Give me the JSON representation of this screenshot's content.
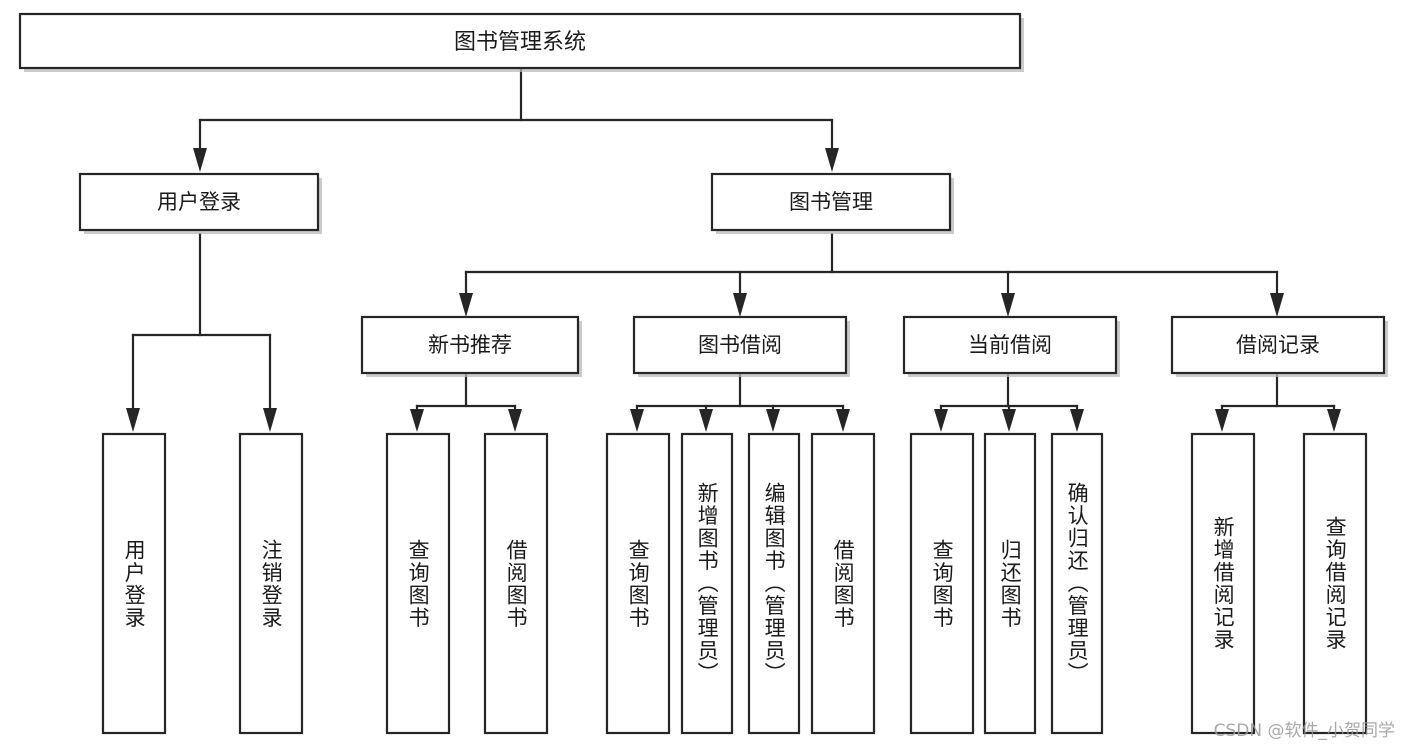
{
  "diagram": {
    "title": "图书管理系统",
    "type": "tree",
    "orientation": "top-down",
    "watermark": "CSDN @软件_小贺同学",
    "colors": {
      "box_fill": "#ffffff",
      "box_stroke": "#262626",
      "shadow": "#b9b9b9",
      "text": "#1a1a1a",
      "watermark": "#9a9a9a",
      "background": "#ffffff"
    },
    "root": {
      "label": "图书管理系统"
    },
    "level2": [
      {
        "label": "用户登录"
      },
      {
        "label": "图书管理"
      }
    ],
    "level3": [
      {
        "label": "新书推荐",
        "parent": "图书管理"
      },
      {
        "label": "图书借阅",
        "parent": "图书管理"
      },
      {
        "label": "当前借阅",
        "parent": "图书管理"
      },
      {
        "label": "借阅记录",
        "parent": "图书管理"
      }
    ],
    "leaves": [
      {
        "label": "用户登录",
        "parent": "用户登录"
      },
      {
        "label": "注销登录",
        "parent": "用户登录"
      },
      {
        "label": "查询图书",
        "parent": "新书推荐"
      },
      {
        "label": "借阅图书",
        "parent": "新书推荐"
      },
      {
        "label": "查询图书",
        "parent": "图书借阅"
      },
      {
        "label": "新增图书（管理员）",
        "parent": "图书借阅"
      },
      {
        "label": "编辑图书（管理员）",
        "parent": "图书借阅"
      },
      {
        "label": "借阅图书",
        "parent": "图书借阅"
      },
      {
        "label": "查询图书",
        "parent": "当前借阅"
      },
      {
        "label": "归还图书",
        "parent": "当前借阅"
      },
      {
        "label": "确认归还（管理员）",
        "parent": "当前借阅"
      },
      {
        "label": "新增借阅记录",
        "parent": "借阅记录"
      },
      {
        "label": "查询借阅记录",
        "parent": "借阅记录"
      }
    ]
  }
}
